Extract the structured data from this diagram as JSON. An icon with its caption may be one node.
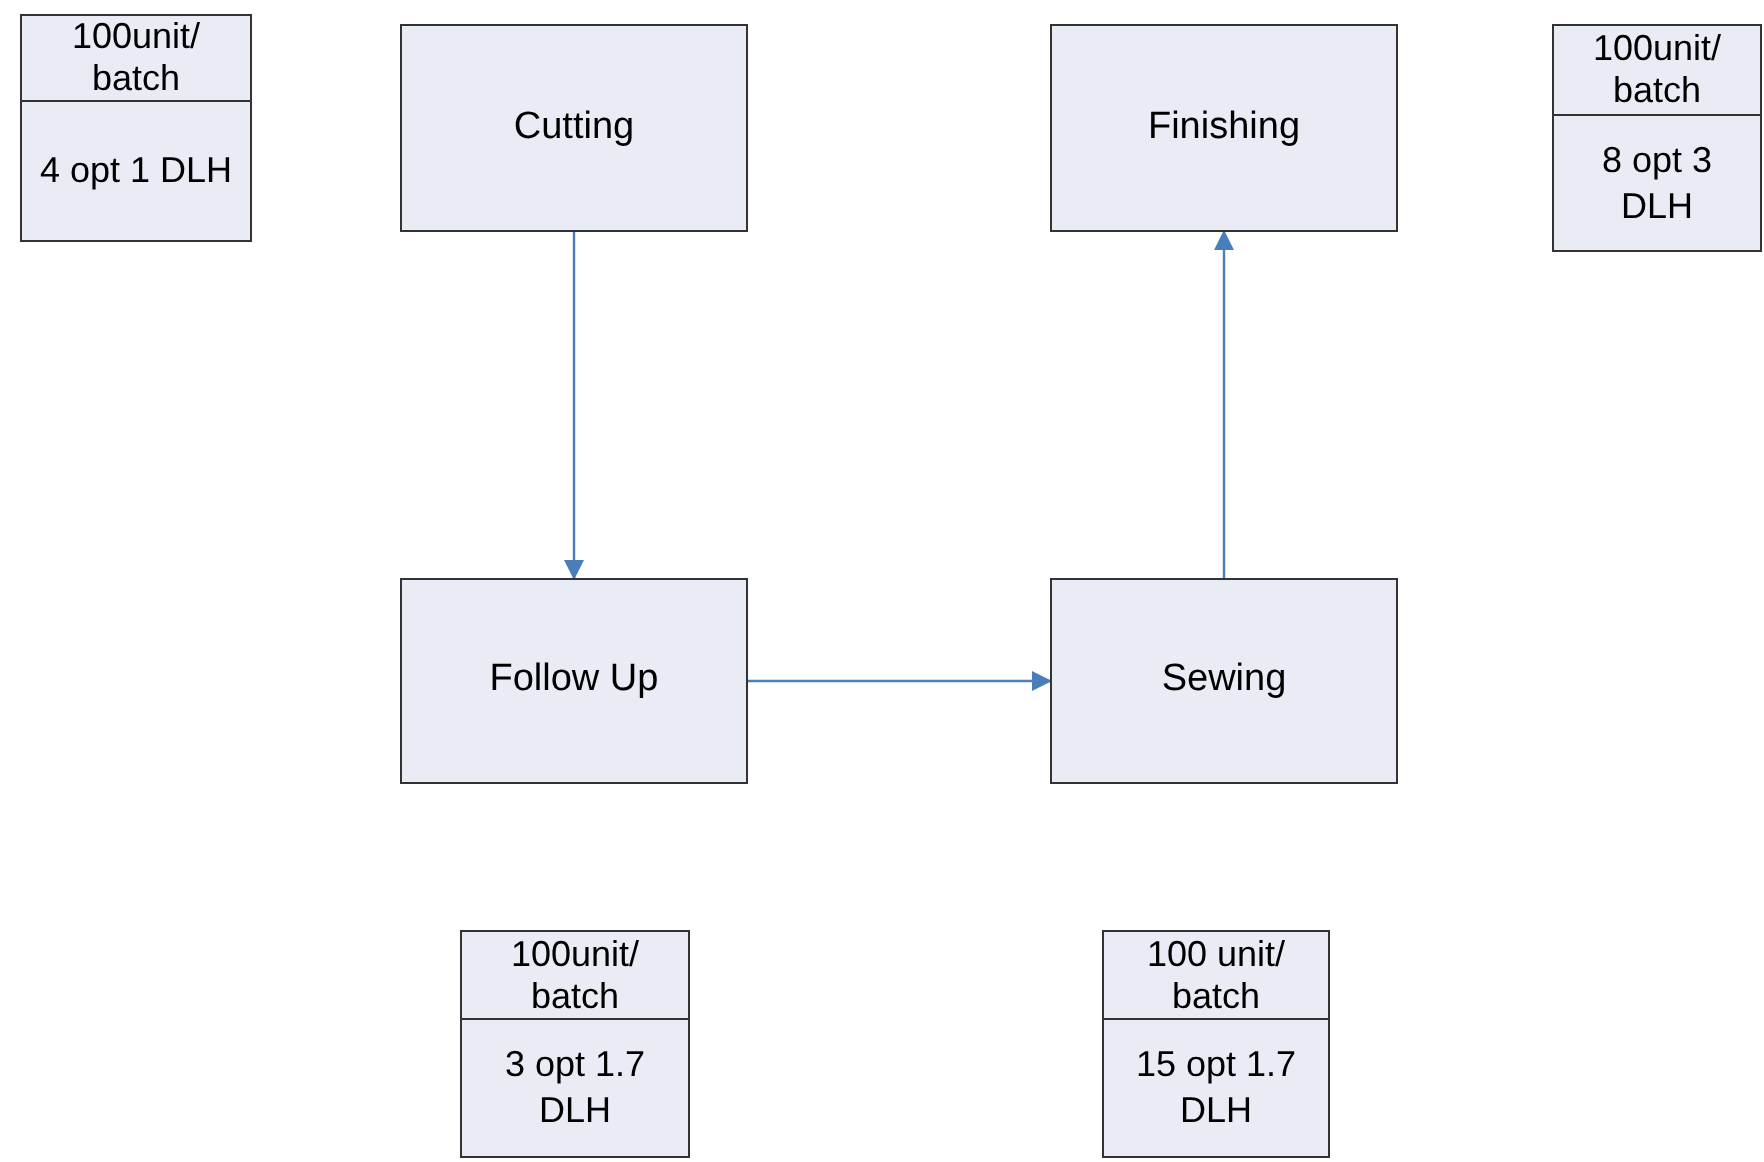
{
  "diagram": {
    "nodes": [
      {
        "text": [
          "100unit/ batch",
          "4 opt 1 DLH"
        ]
      },
      {
        "text": [
          "Cutting"
        ]
      },
      {
        "text": [
          "Finishing"
        ]
      },
      {
        "text": [
          "100unit/ batch",
          "8 opt 3 DLH"
        ]
      },
      {
        "text": [
          "Follow Up"
        ]
      },
      {
        "text": [
          "Sewing"
        ]
      },
      {
        "text": [
          "100unit/ batch",
          "3 opt 1.7 DLH"
        ]
      },
      {
        "text": [
          "100 unit/ batch",
          "15 opt 1.7 DLH"
        ]
      }
    ],
    "edges": [
      {
        "from": 1,
        "to": 4,
        "arrow": "to"
      },
      {
        "from": 4,
        "to": 5,
        "arrow": "to"
      },
      {
        "from": 5,
        "to": 2,
        "arrow": "to"
      }
    ]
  }
}
